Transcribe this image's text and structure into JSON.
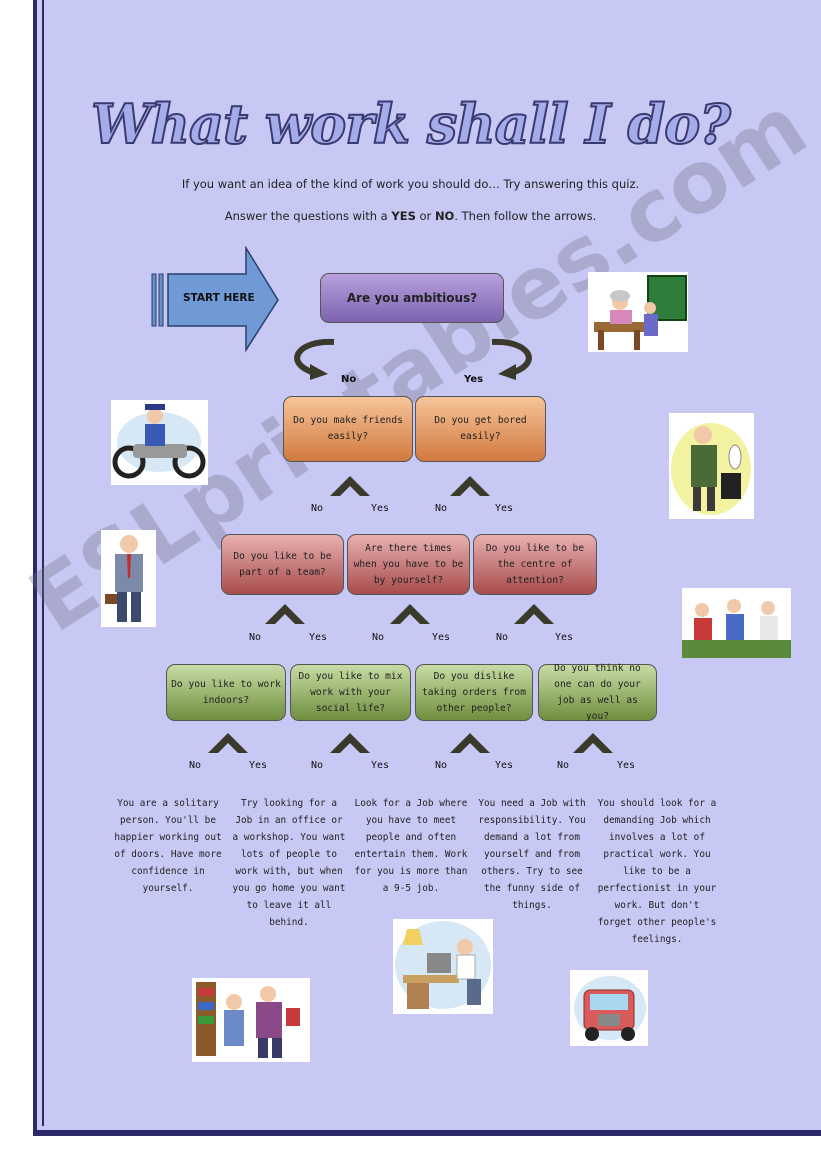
{
  "title": "What work shall I do?",
  "intro": "If you want an idea of the kind of work you should do… Try answering this quiz.",
  "instruction": {
    "before": "Answer the questions with a ",
    "yes": "YES",
    "mid": " or ",
    "no": "NO",
    "after": ". Then follow the arrows."
  },
  "start_label": "START HERE",
  "q_top": "Are you ambitious?",
  "no": "No",
  "yes": "Yes",
  "row1": [
    "Do you make friends easily?",
    "Do you get bored easily?"
  ],
  "row2": [
    "Do you  like to be part of a team?",
    "Are there times when you have to be by yourself?",
    "Do you like to be the centre of attention?"
  ],
  "row3": [
    "Do you like to work indoors?",
    "Do you like to mix work with your social life?",
    "Do you dislike taking orders from other people?",
    "Do you think no one can do your job as well as you?"
  ],
  "results": [
    "You are a solitary person. You'll be happier working out of doors. Have more confidence in yourself.",
    "Try looking for a Job in an office or a workshop. You want lots of people to work with, but when you go home you want to leave it all behind.",
    "Look for a Job where you have to meet people and often entertain them. Work for you is more than a 9-5 job.",
    "You need a Job with responsibility. You demand a lot from yourself and from others. Try to see the funny side of things.",
    "You should look for a demanding Job which involves a lot of practical work. You like to be a perfectionist in your work. But don't forget other people's feelings."
  ],
  "watermark": "ESLprintables.com"
}
